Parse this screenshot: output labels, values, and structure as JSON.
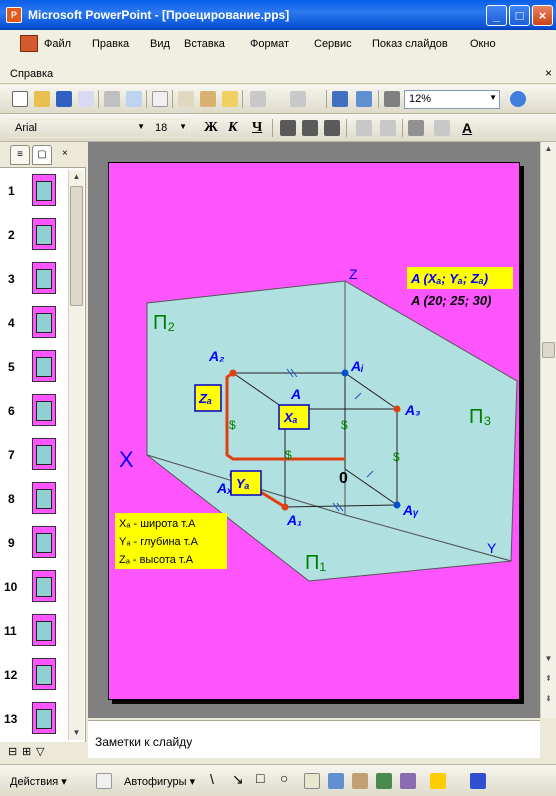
{
  "window": {
    "title": "Microsoft PowerPoint - [Проецирование.pps]",
    "controls": [
      "_",
      "□",
      "×"
    ]
  },
  "menu": {
    "items": [
      "Файл",
      "Правка",
      "Вид",
      "Вставка",
      "Формат",
      "Сервис",
      "Показ слайдов",
      "Окно",
      "Справка"
    ],
    "close": "×"
  },
  "standard_toolbar": {
    "zoom": "12%"
  },
  "formatting_toolbar": {
    "font": "Arial",
    "size": "18",
    "bold": "Ж",
    "italic": "К",
    "underline": "Ч",
    "font_color": "A"
  },
  "slides_pane": {
    "thumbnails": [
      "1",
      "2",
      "3",
      "4",
      "5",
      "6",
      "7",
      "8",
      "9",
      "10",
      "11",
      "12",
      "13"
    ]
  },
  "slide": {
    "plane_labels": [
      "П₂",
      "П₃",
      "П₁"
    ],
    "axis_labels": [
      "X",
      "Y",
      "Z",
      "0"
    ],
    "point_labels": [
      "A₂",
      "Aᵢ",
      "A",
      "A₃",
      "Aₓ",
      "A₁",
      "Aᵧ"
    ],
    "boxed_labels": [
      "Zₐ",
      "Xₐ",
      "Yₐ"
    ],
    "coord_formula": "A (Xₐ; Yₐ; Zₐ)",
    "coord_values": "A (20; 25; 30)",
    "legend": [
      "Xₐ - широта т.А",
      "Yₐ - глубина т.А",
      "Zₐ - высота т.А"
    ]
  },
  "notes": {
    "placeholder": "Заметки к слайду"
  },
  "drawing_toolbar": {
    "actions": "Действия ▾",
    "autoshapes": "Автофигуры ▾"
  },
  "colors": {
    "slide_bg": "#ff55ff",
    "plane_fill": "#b0e0e0",
    "accent_red": "#e04010",
    "label_blue": "#0000ff",
    "plane_green": "#008000",
    "highlight_yellow": "#ffff00",
    "titlebar_blue": "#0a5ee8"
  }
}
